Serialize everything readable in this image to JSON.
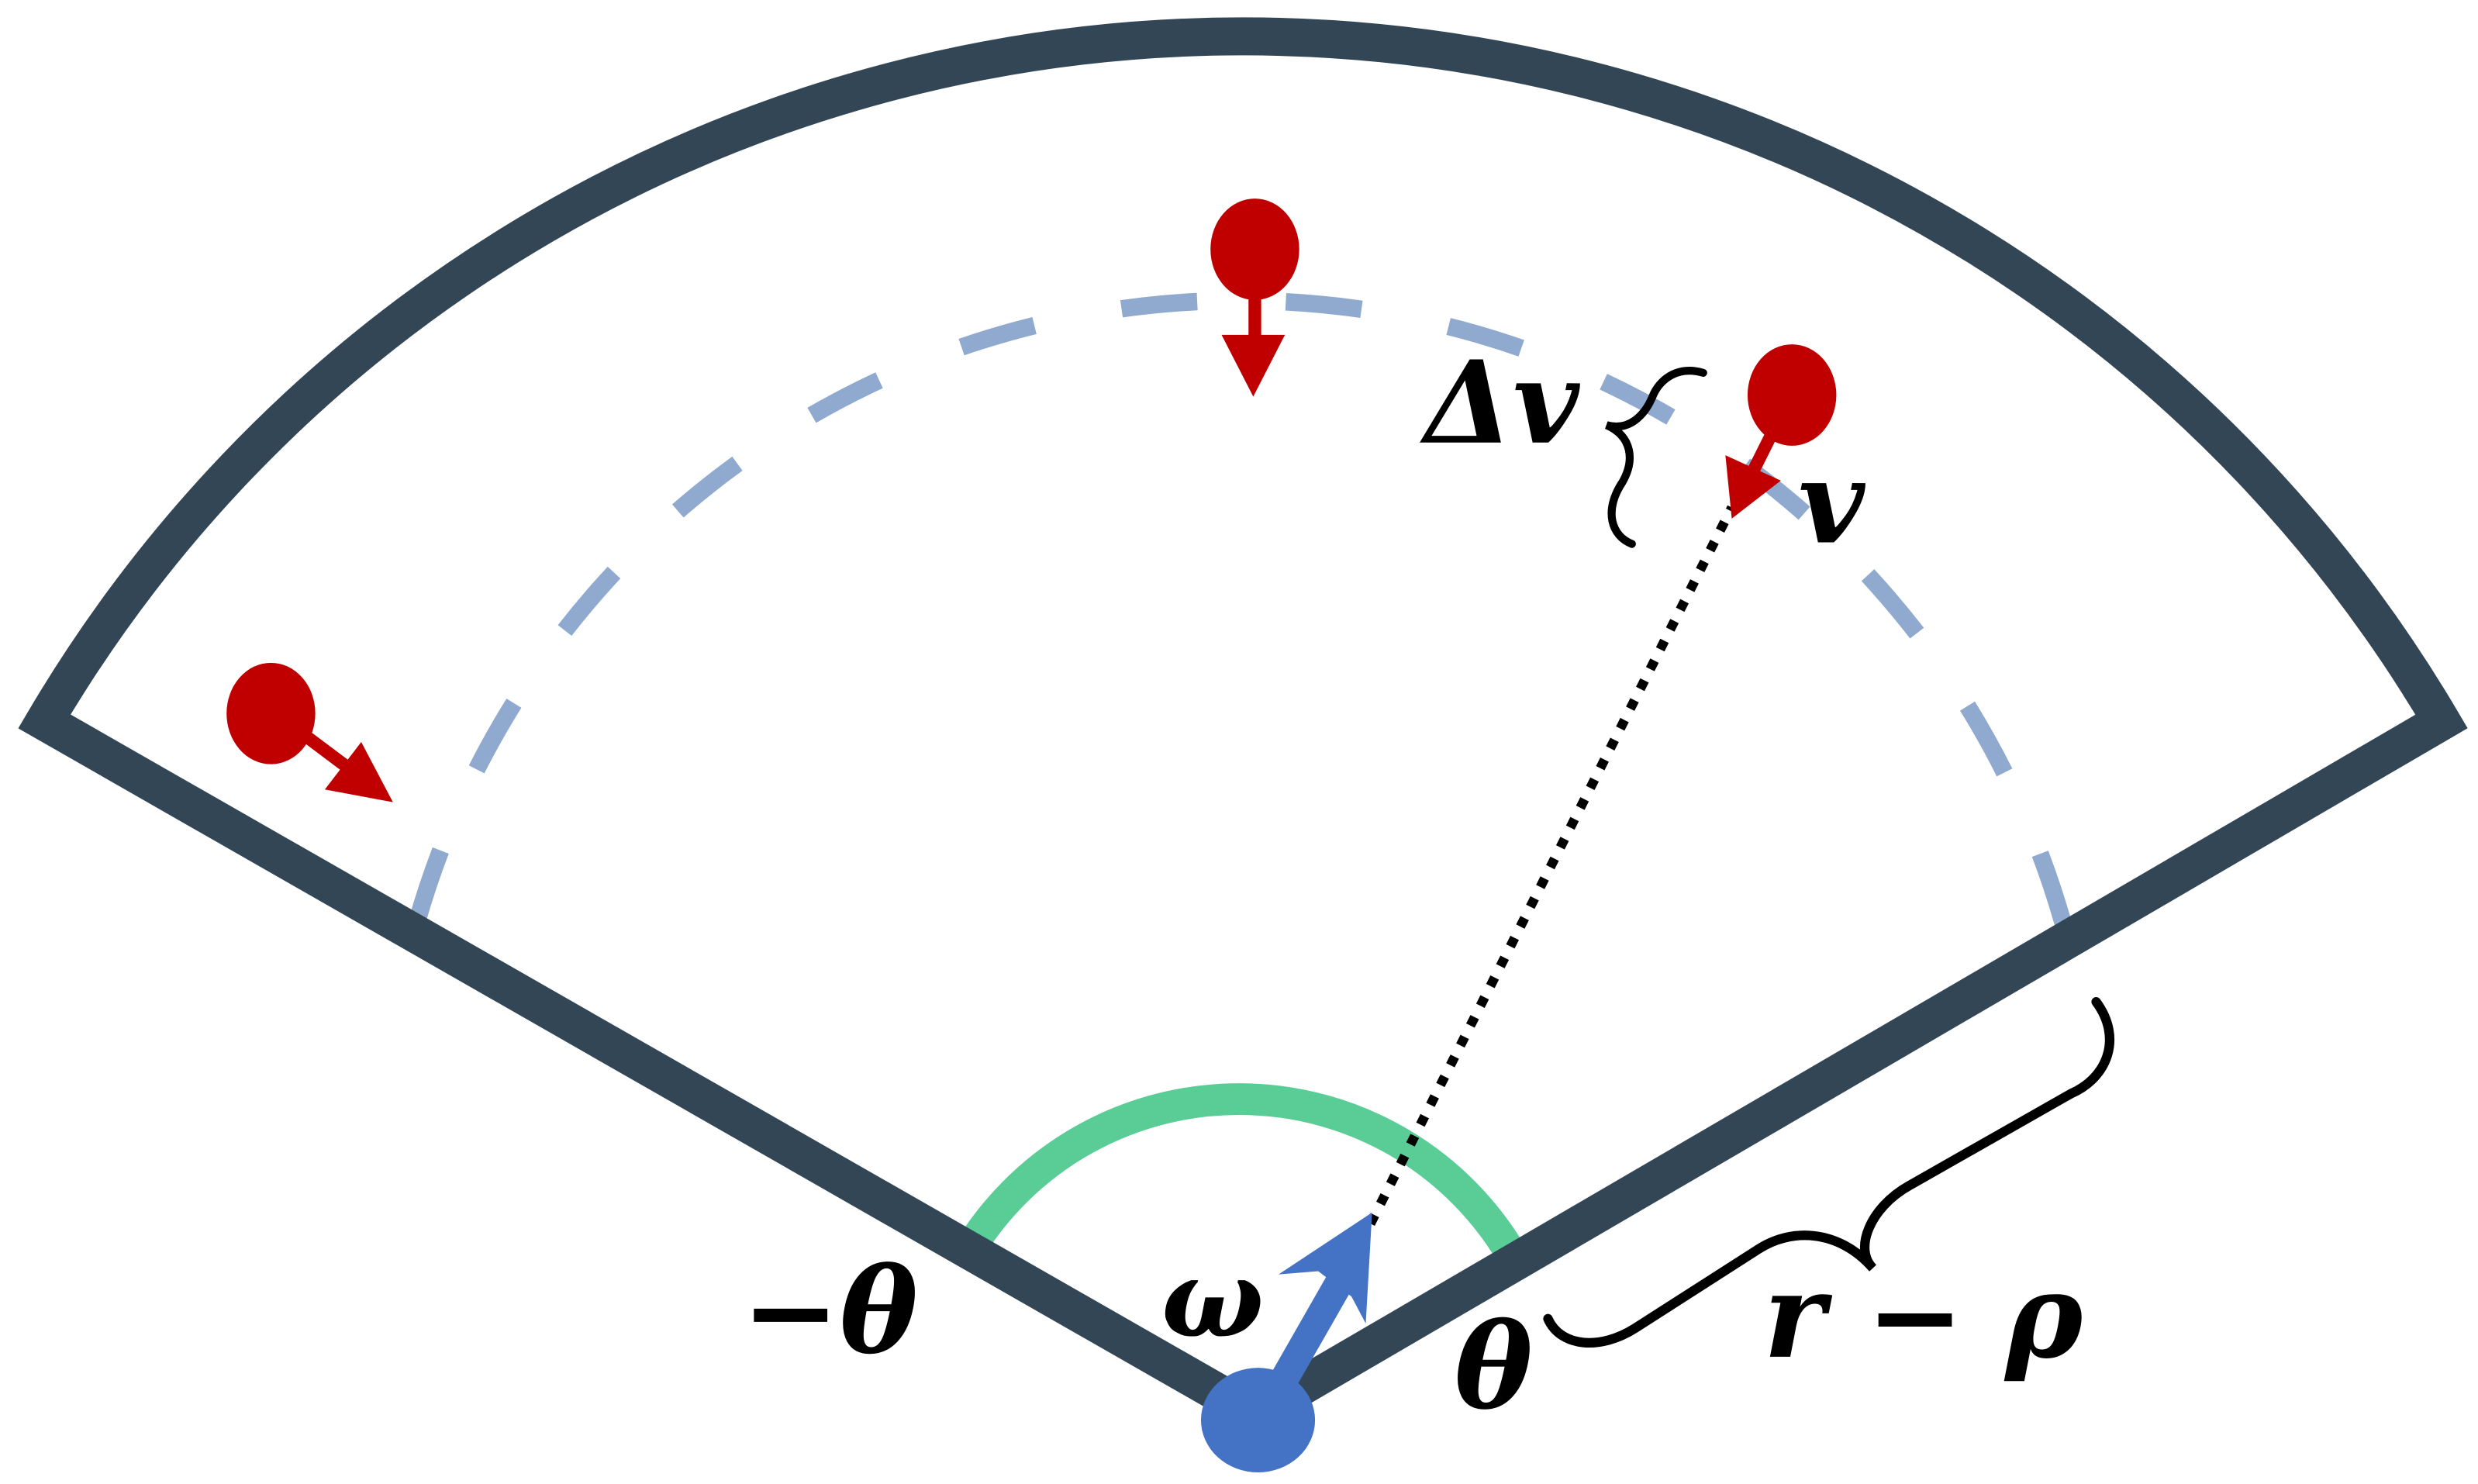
{
  "colors": {
    "sector_outline": "#334656",
    "dashed_arc": "#8FA9CF",
    "angle_arc": "#5ACD97",
    "agent_blue": "#4472C4",
    "target_red": "#C00000",
    "annotation_black": "#000000",
    "background": "#FFFFFF"
  },
  "labels": {
    "delta_v": "Δv",
    "v": "v",
    "omega": "ω",
    "theta": "θ",
    "minus_theta": "−θ",
    "r_minus_rho": "r − ρ"
  },
  "elements": {
    "sector": "field-of-view sector",
    "agent": "agent",
    "targets": [
      "target",
      "target",
      "target"
    ]
  }
}
